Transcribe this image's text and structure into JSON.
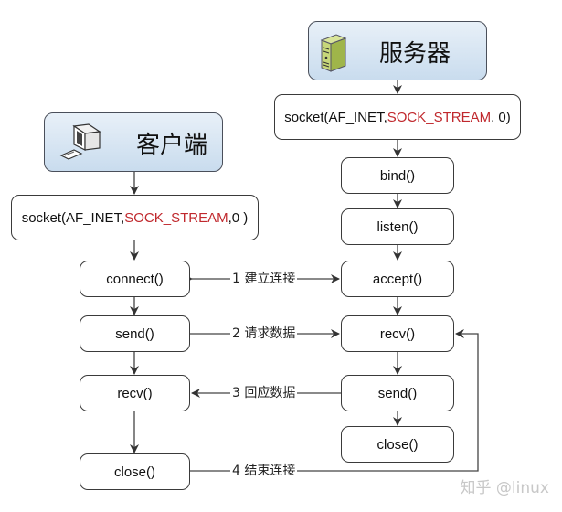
{
  "server": {
    "title": "服务器",
    "icon": "server-icon",
    "socket": {
      "prefix": "socket(AF_INET,",
      "highlight": "SOCK_STREAM",
      "suffix": ", 0)"
    },
    "steps": [
      "bind()",
      "listen()",
      "accept()",
      "recv()",
      "send()",
      "close()"
    ]
  },
  "client": {
    "title": "客户端",
    "icon": "computer-icon",
    "socket": {
      "prefix": "socket(AF_INET,",
      "highlight": "SOCK_STREAM",
      "suffix": ",0 )"
    },
    "steps": [
      "connect()",
      "send()",
      "recv()",
      "close()"
    ]
  },
  "links": [
    {
      "label": "1 建立连接",
      "direction": "both"
    },
    {
      "label": "2 请求数据",
      "direction": "to-server"
    },
    {
      "label": "3 回应数据",
      "direction": "to-client"
    },
    {
      "label": "4 结束连接",
      "direction": "to-server-recv"
    }
  ],
  "colors": {
    "highlight": "#c0282d",
    "header_top": "#e8f0f8",
    "header_bottom": "#c9dcee"
  },
  "watermark": "知乎 @linux"
}
